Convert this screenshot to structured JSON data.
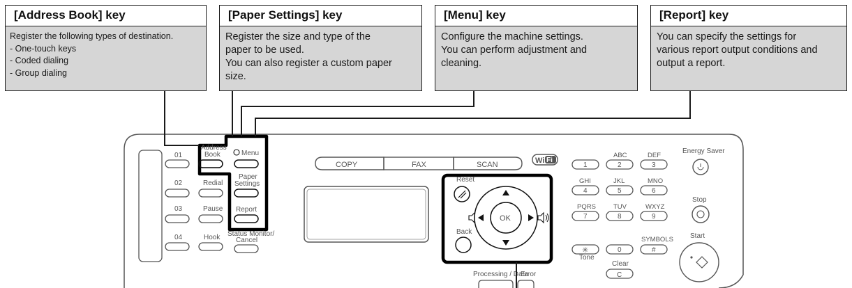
{
  "callouts": {
    "address_book": {
      "title": "[Address Book] key",
      "lines": [
        "Register the following types of destination.",
        "- One-touch keys",
        "- Coded dialing",
        "- Group dialing"
      ]
    },
    "paper_settings": {
      "title": "[Paper Settings] key",
      "lines": [
        "Register the size and type of the",
        "paper to be used.",
        "You can also register a custom paper",
        "size."
      ]
    },
    "menu": {
      "title": "[Menu] key",
      "lines": [
        "Configure the machine settings.",
        "You can perform adjustment and",
        "cleaning."
      ]
    },
    "report": {
      "title": "[Report] key",
      "lines": [
        "You can specify the settings for",
        "various report output conditions and",
        "output a report."
      ]
    }
  },
  "panel": {
    "one_touch": [
      "01",
      "02",
      "03",
      "04"
    ],
    "redial": "Redial",
    "pause": "Pause",
    "hook": "Hook",
    "address_book_1": "Address",
    "address_book_2": "Book",
    "menu": "Menu",
    "paper_settings_1": "Paper",
    "paper_settings_2": "Settings",
    "report": "Report",
    "status_monitor": "Status Monitor/",
    "cancel": "Cancel",
    "mode_copy": "COPY",
    "mode_fax": "FAX",
    "mode_scan": "SCAN",
    "wifi_1": "Wi",
    "wifi_2": "Fi",
    "reset": "Reset",
    "back": "Back",
    "ok": "OK",
    "processing_data": "Processing / Data",
    "error": "Error",
    "keypad": [
      {
        "letters": "",
        "digit": "1"
      },
      {
        "letters": "ABC",
        "digit": "2"
      },
      {
        "letters": "DEF",
        "digit": "3"
      },
      {
        "letters": "GHI",
        "digit": "4"
      },
      {
        "letters": "JKL",
        "digit": "5"
      },
      {
        "letters": "MNO",
        "digit": "6"
      },
      {
        "letters": "PQRS",
        "digit": "7"
      },
      {
        "letters": "TUV",
        "digit": "8"
      },
      {
        "letters": "WXYZ",
        "digit": "9"
      }
    ],
    "tone_symbol": "✳",
    "tone": "Tone",
    "zero": "0",
    "symbols_label": "SYMBOLS",
    "hash": "#",
    "clear": "Clear",
    "clear_key": "C",
    "energy_saver": "Energy Saver",
    "stop": "Stop",
    "start": "Start"
  },
  "colors": {
    "callout_fill": "#d6d6d6",
    "line": "#1a1a1a",
    "panel_line": "#555555",
    "highlight": "#000000"
  }
}
